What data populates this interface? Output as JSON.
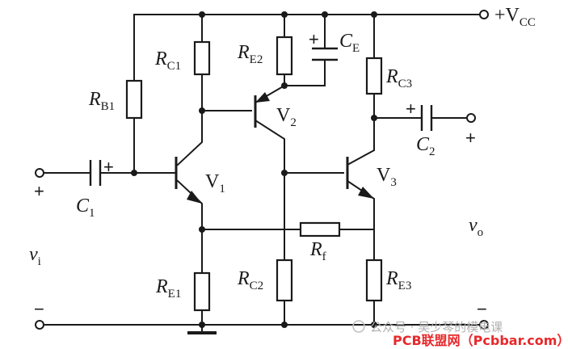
{
  "labels": {
    "vcc": {
      "prefix": "+V",
      "sub": "CC"
    },
    "rb1": {
      "main": "R",
      "sub": "B1"
    },
    "rc1": {
      "main": "R",
      "sub": "C1"
    },
    "re2": {
      "main": "R",
      "sub": "E2"
    },
    "ce": {
      "main": "C",
      "sub": "E"
    },
    "rc3": {
      "main": "R",
      "sub": "C3"
    },
    "c1": {
      "main": "C",
      "sub": "1"
    },
    "c2": {
      "main": "C",
      "sub": "2"
    },
    "v1": {
      "main": "V",
      "sub": "1"
    },
    "v2": {
      "main": "V",
      "sub": "2"
    },
    "v3": {
      "main": "V",
      "sub": "3"
    },
    "rf": {
      "main": "R",
      "sub": "f"
    },
    "re1": {
      "main": "R",
      "sub": "E1"
    },
    "rc2": {
      "main": "R",
      "sub": "C2"
    },
    "re3": {
      "main": "R",
      "sub": "E3"
    },
    "vi": {
      "main": "v",
      "sub": "i"
    },
    "vo": {
      "main": "v",
      "sub": "o"
    }
  },
  "signs": {
    "plus": "+",
    "minus": "−"
  },
  "watermark": {
    "wechat": "公众号 · 吴少琴的模电课",
    "site": "PCB联盟网（Pcbbar.com）"
  }
}
